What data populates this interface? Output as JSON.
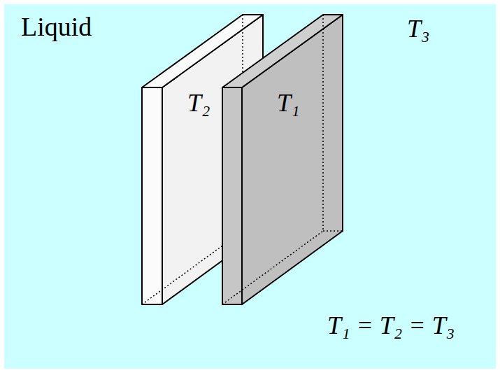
{
  "diagram": {
    "labels": [
      "Liquid",
      "T₃",
      "T₂",
      "T₁",
      "T₁ = T₂ = T₃"
    ]
  }
}
